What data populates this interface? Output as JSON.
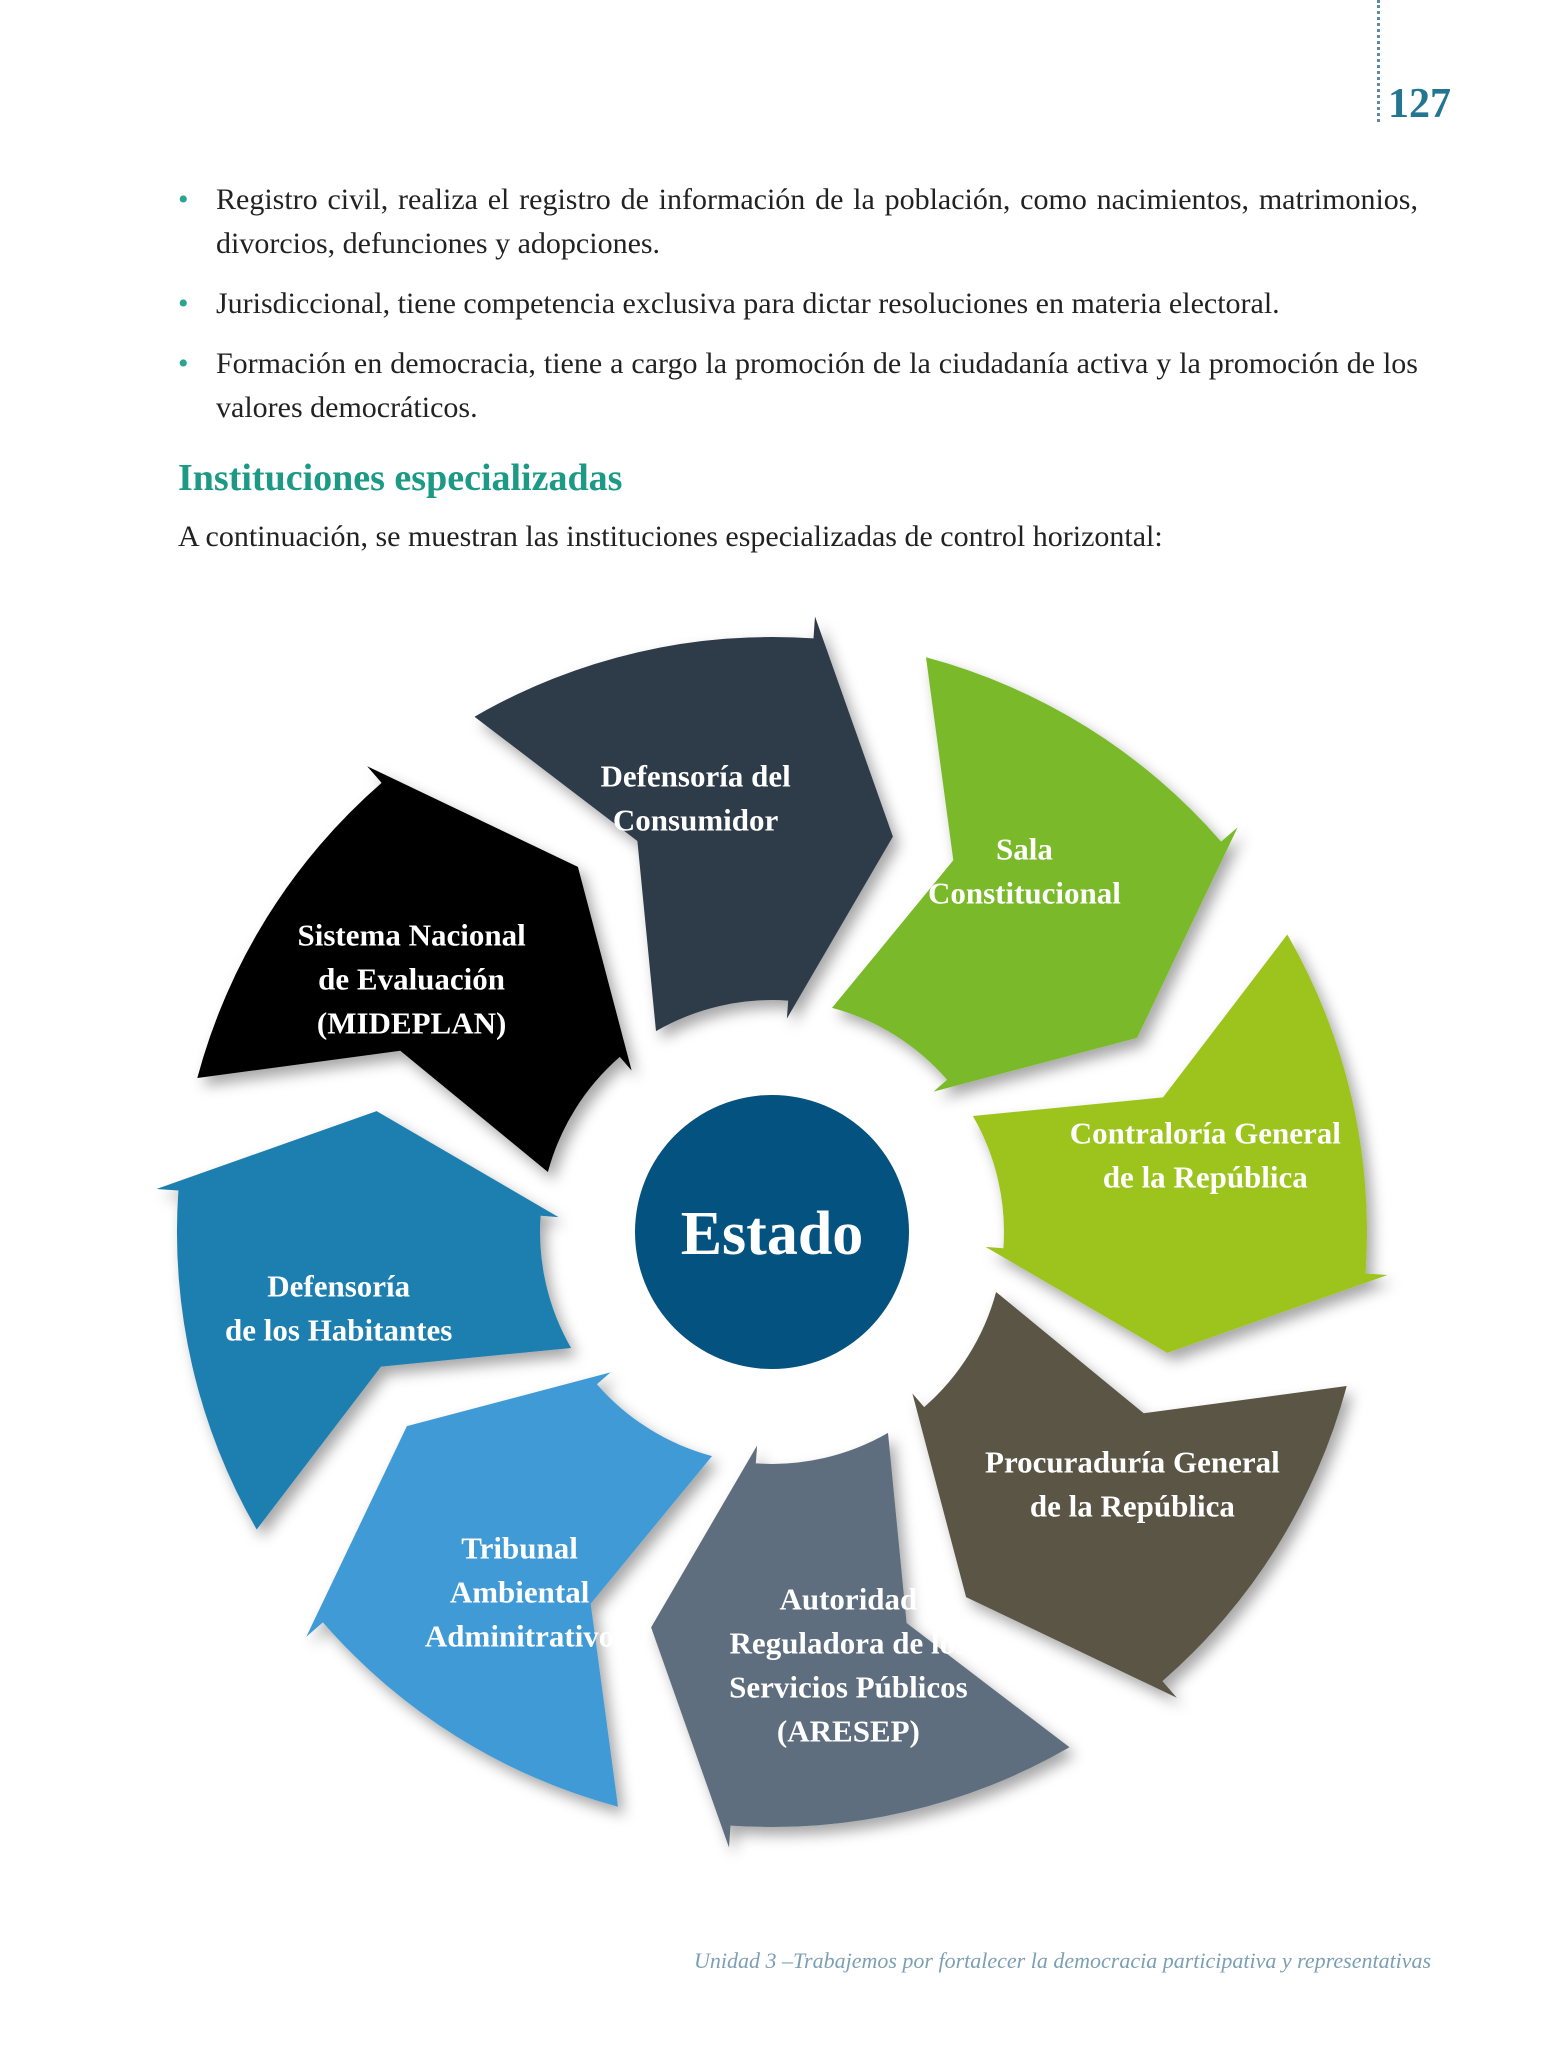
{
  "page_number": "127",
  "bullets": [
    "Registro civil, realiza el registro de información de la población, como nacimientos, matrimonios, divorcios, defunciones y adopciones.",
    "Jurisdiccional, tiene competencia exclusiva para dictar resoluciones en materia electoral.",
    "Formación en democracia, tiene a cargo la promoción de la ciudadanía activa y la promoción de los valores democráticos."
  ],
  "heading": "Instituciones especializadas",
  "intro": "A continuación, se muestran las instituciones especializadas de control horizontal:",
  "diagram": {
    "center_label": "Estado",
    "center_color": "#04527f",
    "segments": [
      {
        "lines": [
          "Defensoría del",
          "Consumidor"
        ],
        "color": "#2d3a48"
      },
      {
        "lines": [
          "Sala",
          "Constitucional"
        ],
        "color": "#7aba2a"
      },
      {
        "lines": [
          "Contraloría General",
          "de la República"
        ],
        "color": "#9dc41f"
      },
      {
        "lines": [
          "Procuraduría General",
          "de la República"
        ],
        "color": "#5a5444"
      },
      {
        "lines": [
          "Autoridad",
          "Reguladora de los",
          "Servicios Públicos",
          "(ARESEP)"
        ],
        "color": "#5f6e7e"
      },
      {
        "lines": [
          "Tribunal",
          "Ambiental",
          "Adminitrativo"
        ],
        "color": "#3f9ad6"
      },
      {
        "lines": [
          "Defensoría",
          "de los Habitantes"
        ],
        "color": "#1e7fb0"
      },
      {
        "lines": [
          "Sistema Nacional",
          "de Evaluación",
          "(MIDEPLAN)"
        ],
        "color": "#050505"
      }
    ]
  },
  "footer": "Unidad 3 –Trabajemos por fortalecer la democracia participativa y representativas"
}
